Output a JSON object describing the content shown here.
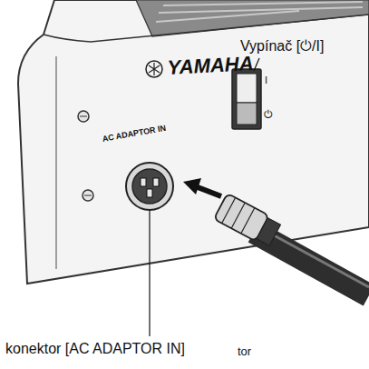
{
  "diagram": {
    "labels": [
      "Vypínač [⏻/I]",
      "YAMAHA",
      "I",
      "AC ADAPTOR IN",
      "⏻",
      "konektor [AC ADAPTOR IN]",
      "tor"
    ]
  }
}
